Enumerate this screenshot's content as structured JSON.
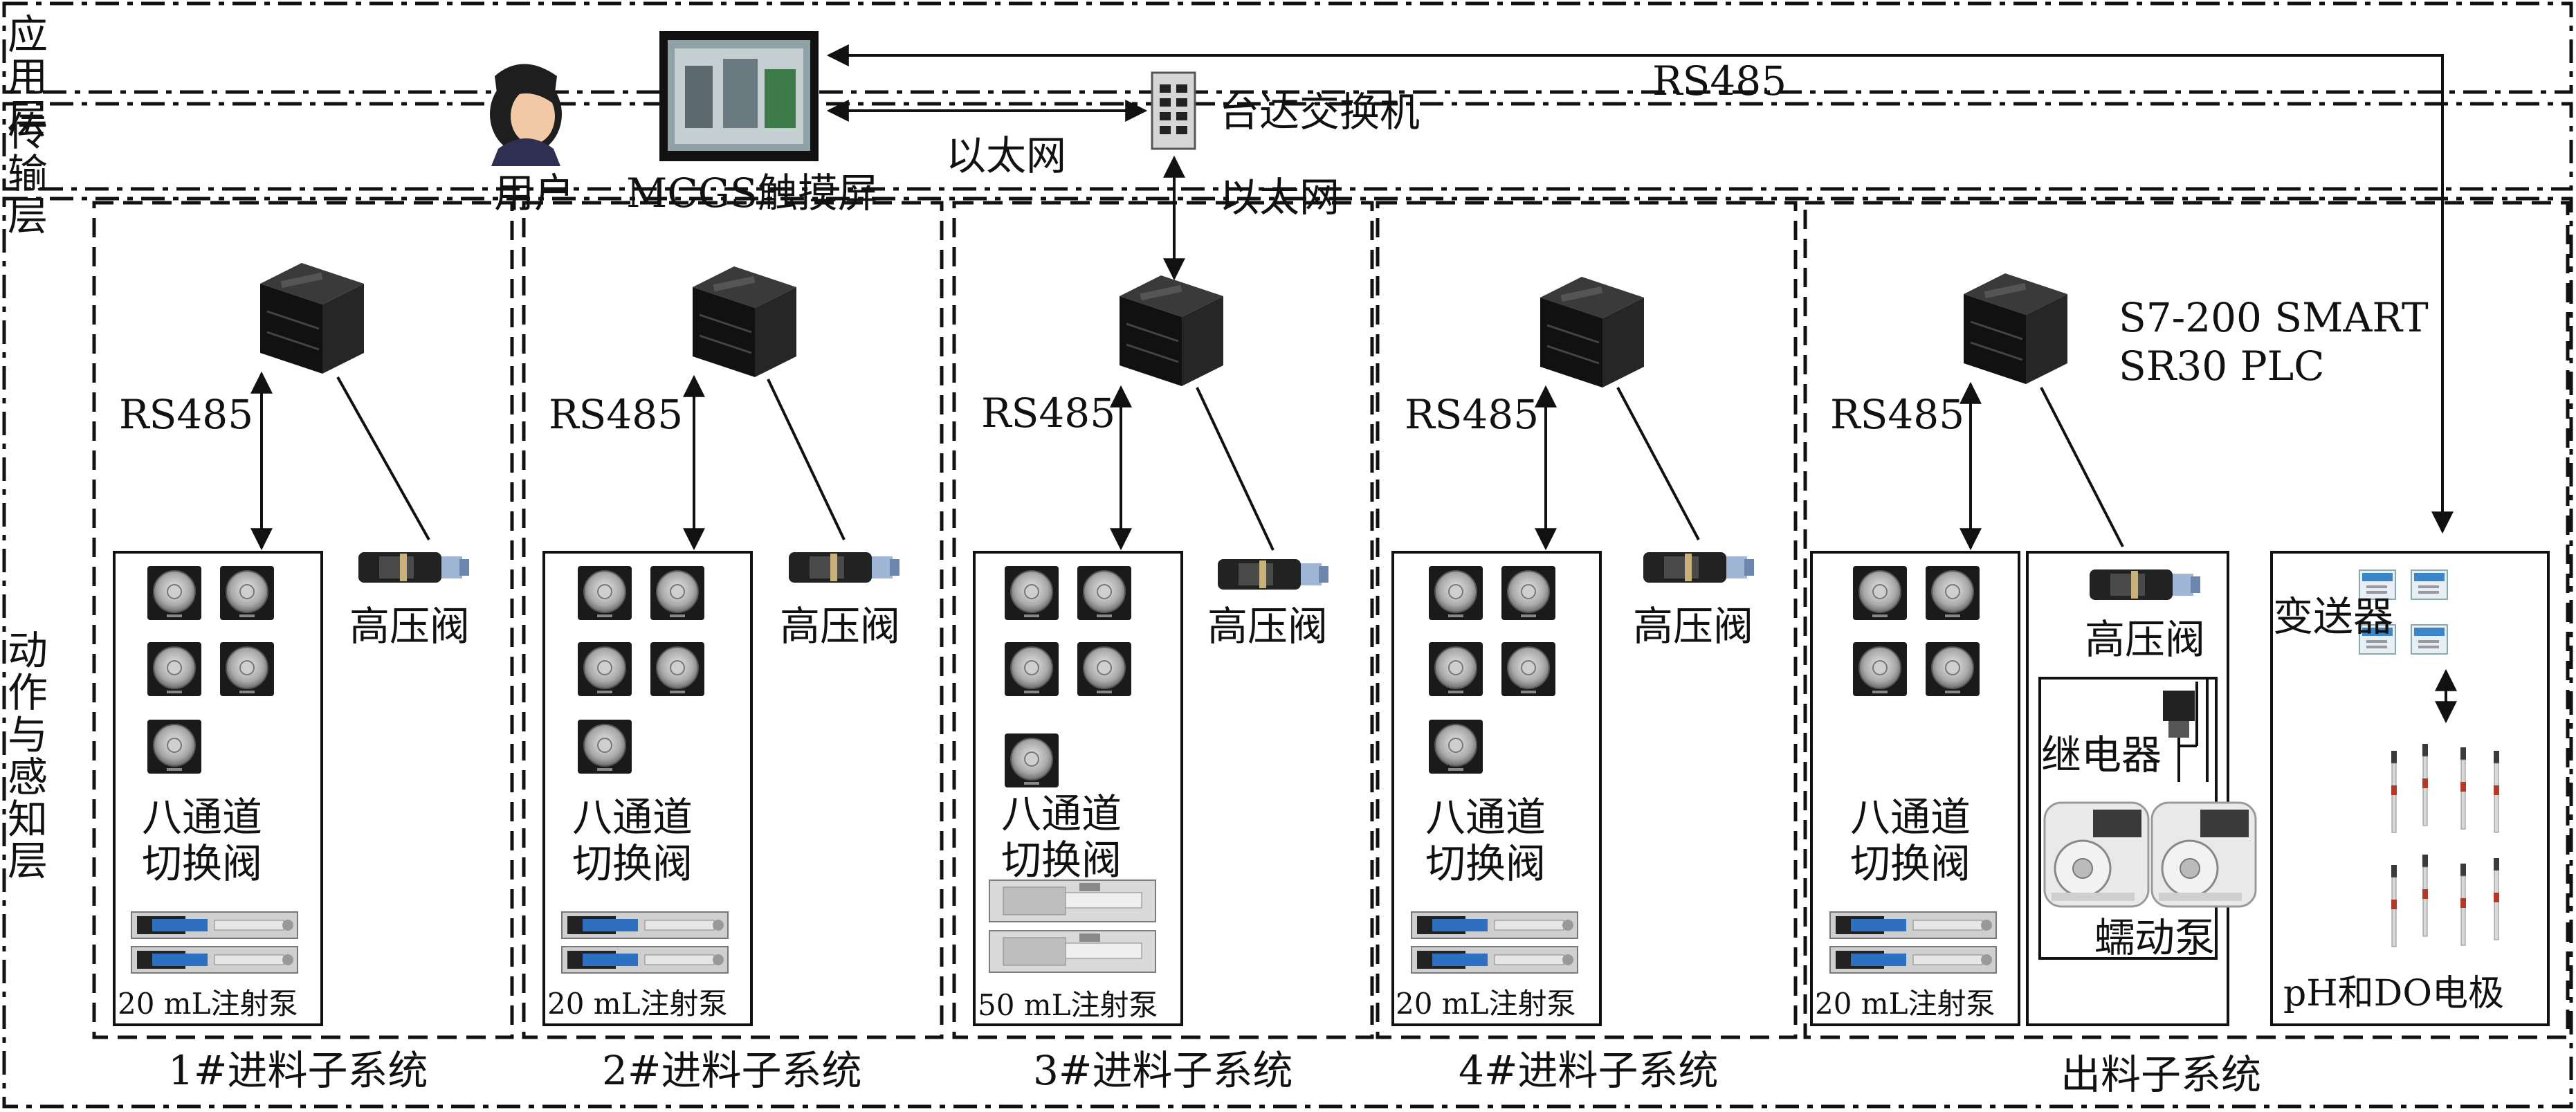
{
  "layers": {
    "application": "应用层",
    "transmission": "传输层",
    "actuation": "动作与感知层"
  },
  "application_layer": {
    "user_label": "用户",
    "touchscreen_label": "MCGS触摸屏",
    "switch_label": "台达交换机",
    "ethernet_label_1": "以太网",
    "ethernet_label_2": "以太网",
    "rs485_top": "RS485"
  },
  "plc": {
    "model_line1": "S7-200 SMART",
    "model_line2": "SR30 PLC"
  },
  "rs485_labels": [
    "RS485",
    "RS485",
    "RS485",
    "RS485",
    "RS485"
  ],
  "feed_subsystems": [
    {
      "name": "1#进料子系统",
      "valve_line1": "八通道",
      "valve_line2": "切换阀",
      "pump": "20 mL注射泵",
      "hp_valve": "高压阀"
    },
    {
      "name": "2#进料子系统",
      "valve_line1": "八通道",
      "valve_line2": "切换阀",
      "pump": "20 mL注射泵",
      "hp_valve": "高压阀"
    },
    {
      "name": "3#进料子系统",
      "valve_line1": "八通道",
      "valve_line2": "切换阀",
      "pump": "50 mL注射泵",
      "hp_valve": "高压阀"
    },
    {
      "name": "4#进料子系统",
      "valve_line1": "八通道",
      "valve_line2": "切换阀",
      "pump": "20 mL注射泵",
      "hp_valve": "高压阀"
    }
  ],
  "discharge": {
    "name": "出料子系统",
    "valve_line1": "八通道",
    "valve_line2": "切换阀",
    "pump": "20 mL注射泵",
    "hp_valve": "高压阀",
    "relay": "继电器",
    "peristaltic": "蠕动泵",
    "transmitter": "变送器",
    "electrodes": "pH和DO电极"
  }
}
